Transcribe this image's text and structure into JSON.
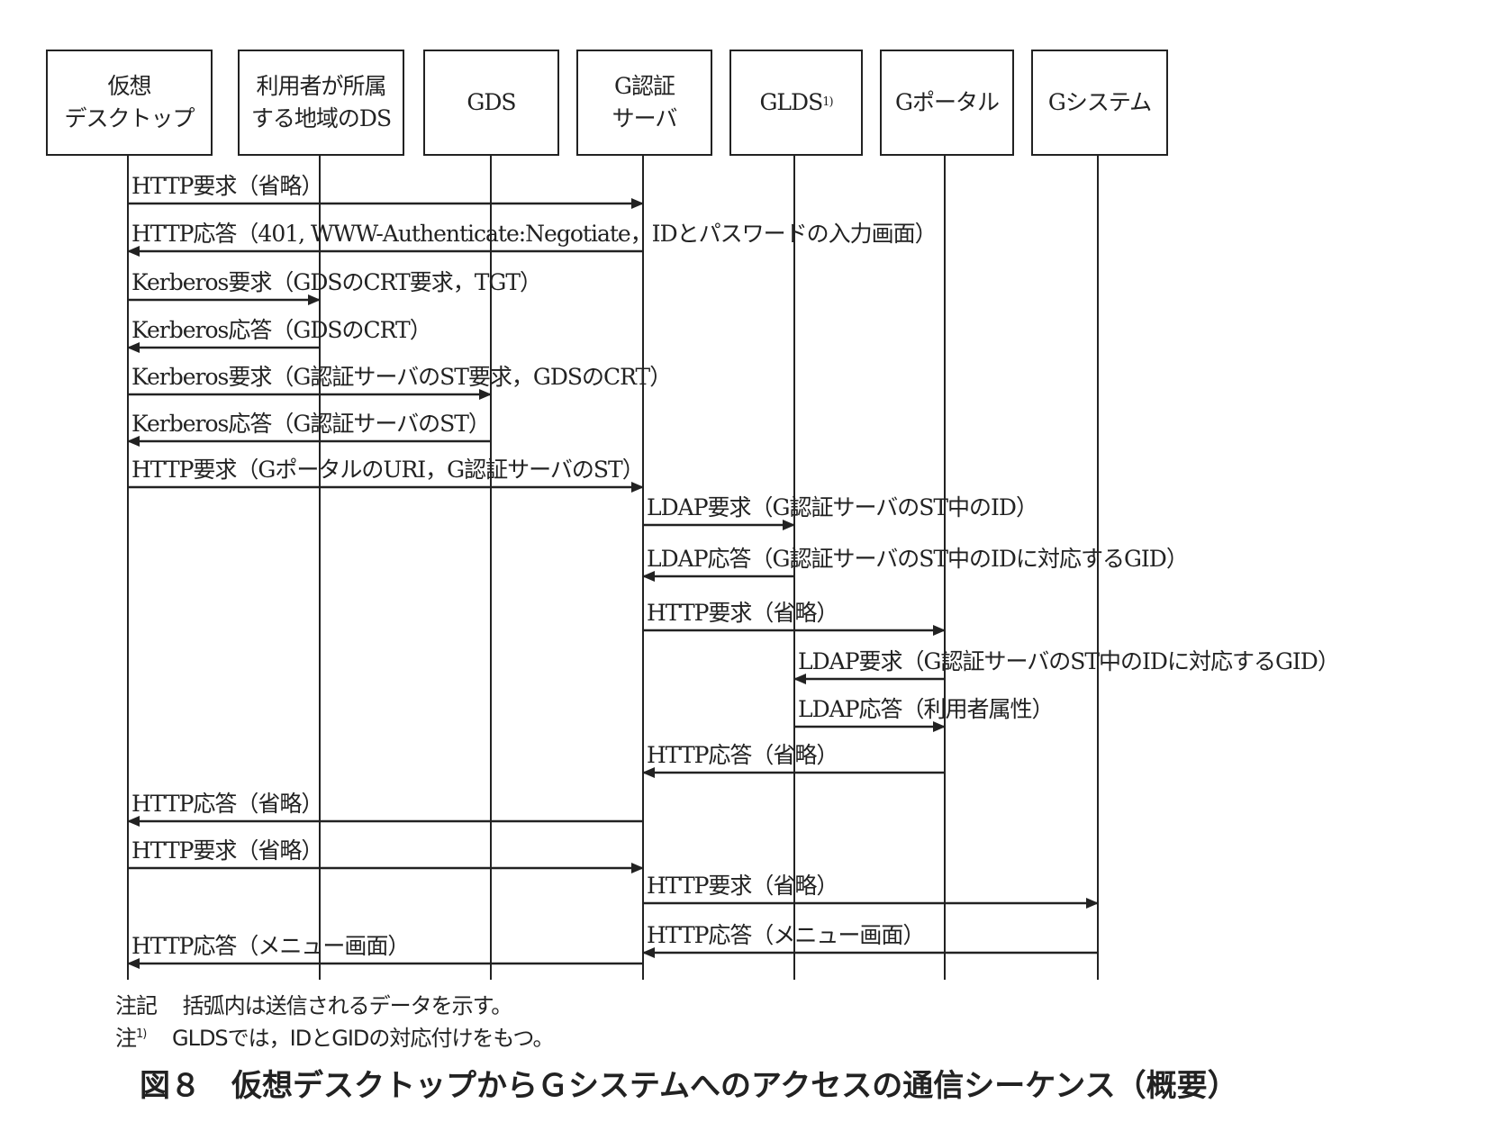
{
  "participants": [
    {
      "label": "仮想\nデスクトップ"
    },
    {
      "label": "利用者が所属\nする地域のDS"
    },
    {
      "label": "GDS"
    },
    {
      "label": "G認証\nサーバ"
    },
    {
      "label": "GLDS",
      "note_mark": "1)"
    },
    {
      "label": "Gポータル"
    },
    {
      "label": "Gシステム"
    }
  ],
  "messages": [
    {
      "from": 0,
      "to": 3,
      "label": "HTTP要求（省略）"
    },
    {
      "from": 3,
      "to": 0,
      "label": "HTTP応答（401, WWW-Authenticate:Negotiate，IDとパスワードの入力画面）"
    },
    {
      "from": 0,
      "to": 1,
      "label": "Kerberos要求（GDSのCRT要求，TGT）"
    },
    {
      "from": 1,
      "to": 0,
      "label": "Kerberos応答（GDSのCRT）"
    },
    {
      "from": 0,
      "to": 2,
      "label": "Kerberos要求（G認証サーバのST要求，GDSのCRT）"
    },
    {
      "from": 2,
      "to": 0,
      "label": "Kerberos応答（G認証サーバのST）"
    },
    {
      "from": 0,
      "to": 3,
      "label": "HTTP要求（GポータルのURI，G認証サーバのST）"
    },
    {
      "from": 3,
      "to": 4,
      "label": "LDAP要求（G認証サーバのST中のID）"
    },
    {
      "from": 4,
      "to": 3,
      "label": "LDAP応答（G認証サーバのST中のIDに対応するGID）"
    },
    {
      "from": 3,
      "to": 5,
      "label": "HTTP要求（省略）"
    },
    {
      "from": 5,
      "to": 4,
      "label": "LDAP要求（G認証サーバのST中のIDに対応するGID）"
    },
    {
      "from": 4,
      "to": 5,
      "label": "LDAP応答（利用者属性）"
    },
    {
      "from": 5,
      "to": 3,
      "label": "HTTP応答（省略）"
    },
    {
      "from": 3,
      "to": 0,
      "label": "HTTP応答（省略）"
    },
    {
      "from": 0,
      "to": 3,
      "label": "HTTP要求（省略）"
    },
    {
      "from": 3,
      "to": 6,
      "label": "HTTP要求（省略）"
    },
    {
      "from": 6,
      "to": 3,
      "label": "HTTP応答（メニュー画面）"
    },
    {
      "from": 3,
      "to": 0,
      "label": "HTTP応答（メニュー画面）"
    }
  ],
  "notes": {
    "remark_label": "注記",
    "remark_text": "括弧内は送信されるデータを示す。",
    "note1_label": "注",
    "note1_mark": "1)",
    "note1_text": "GLDSでは，IDとGIDの対応付けをもつ。"
  },
  "caption": "図８　仮想デスクトップからＧシステムへのアクセスの通信シーケンス（概要）"
}
